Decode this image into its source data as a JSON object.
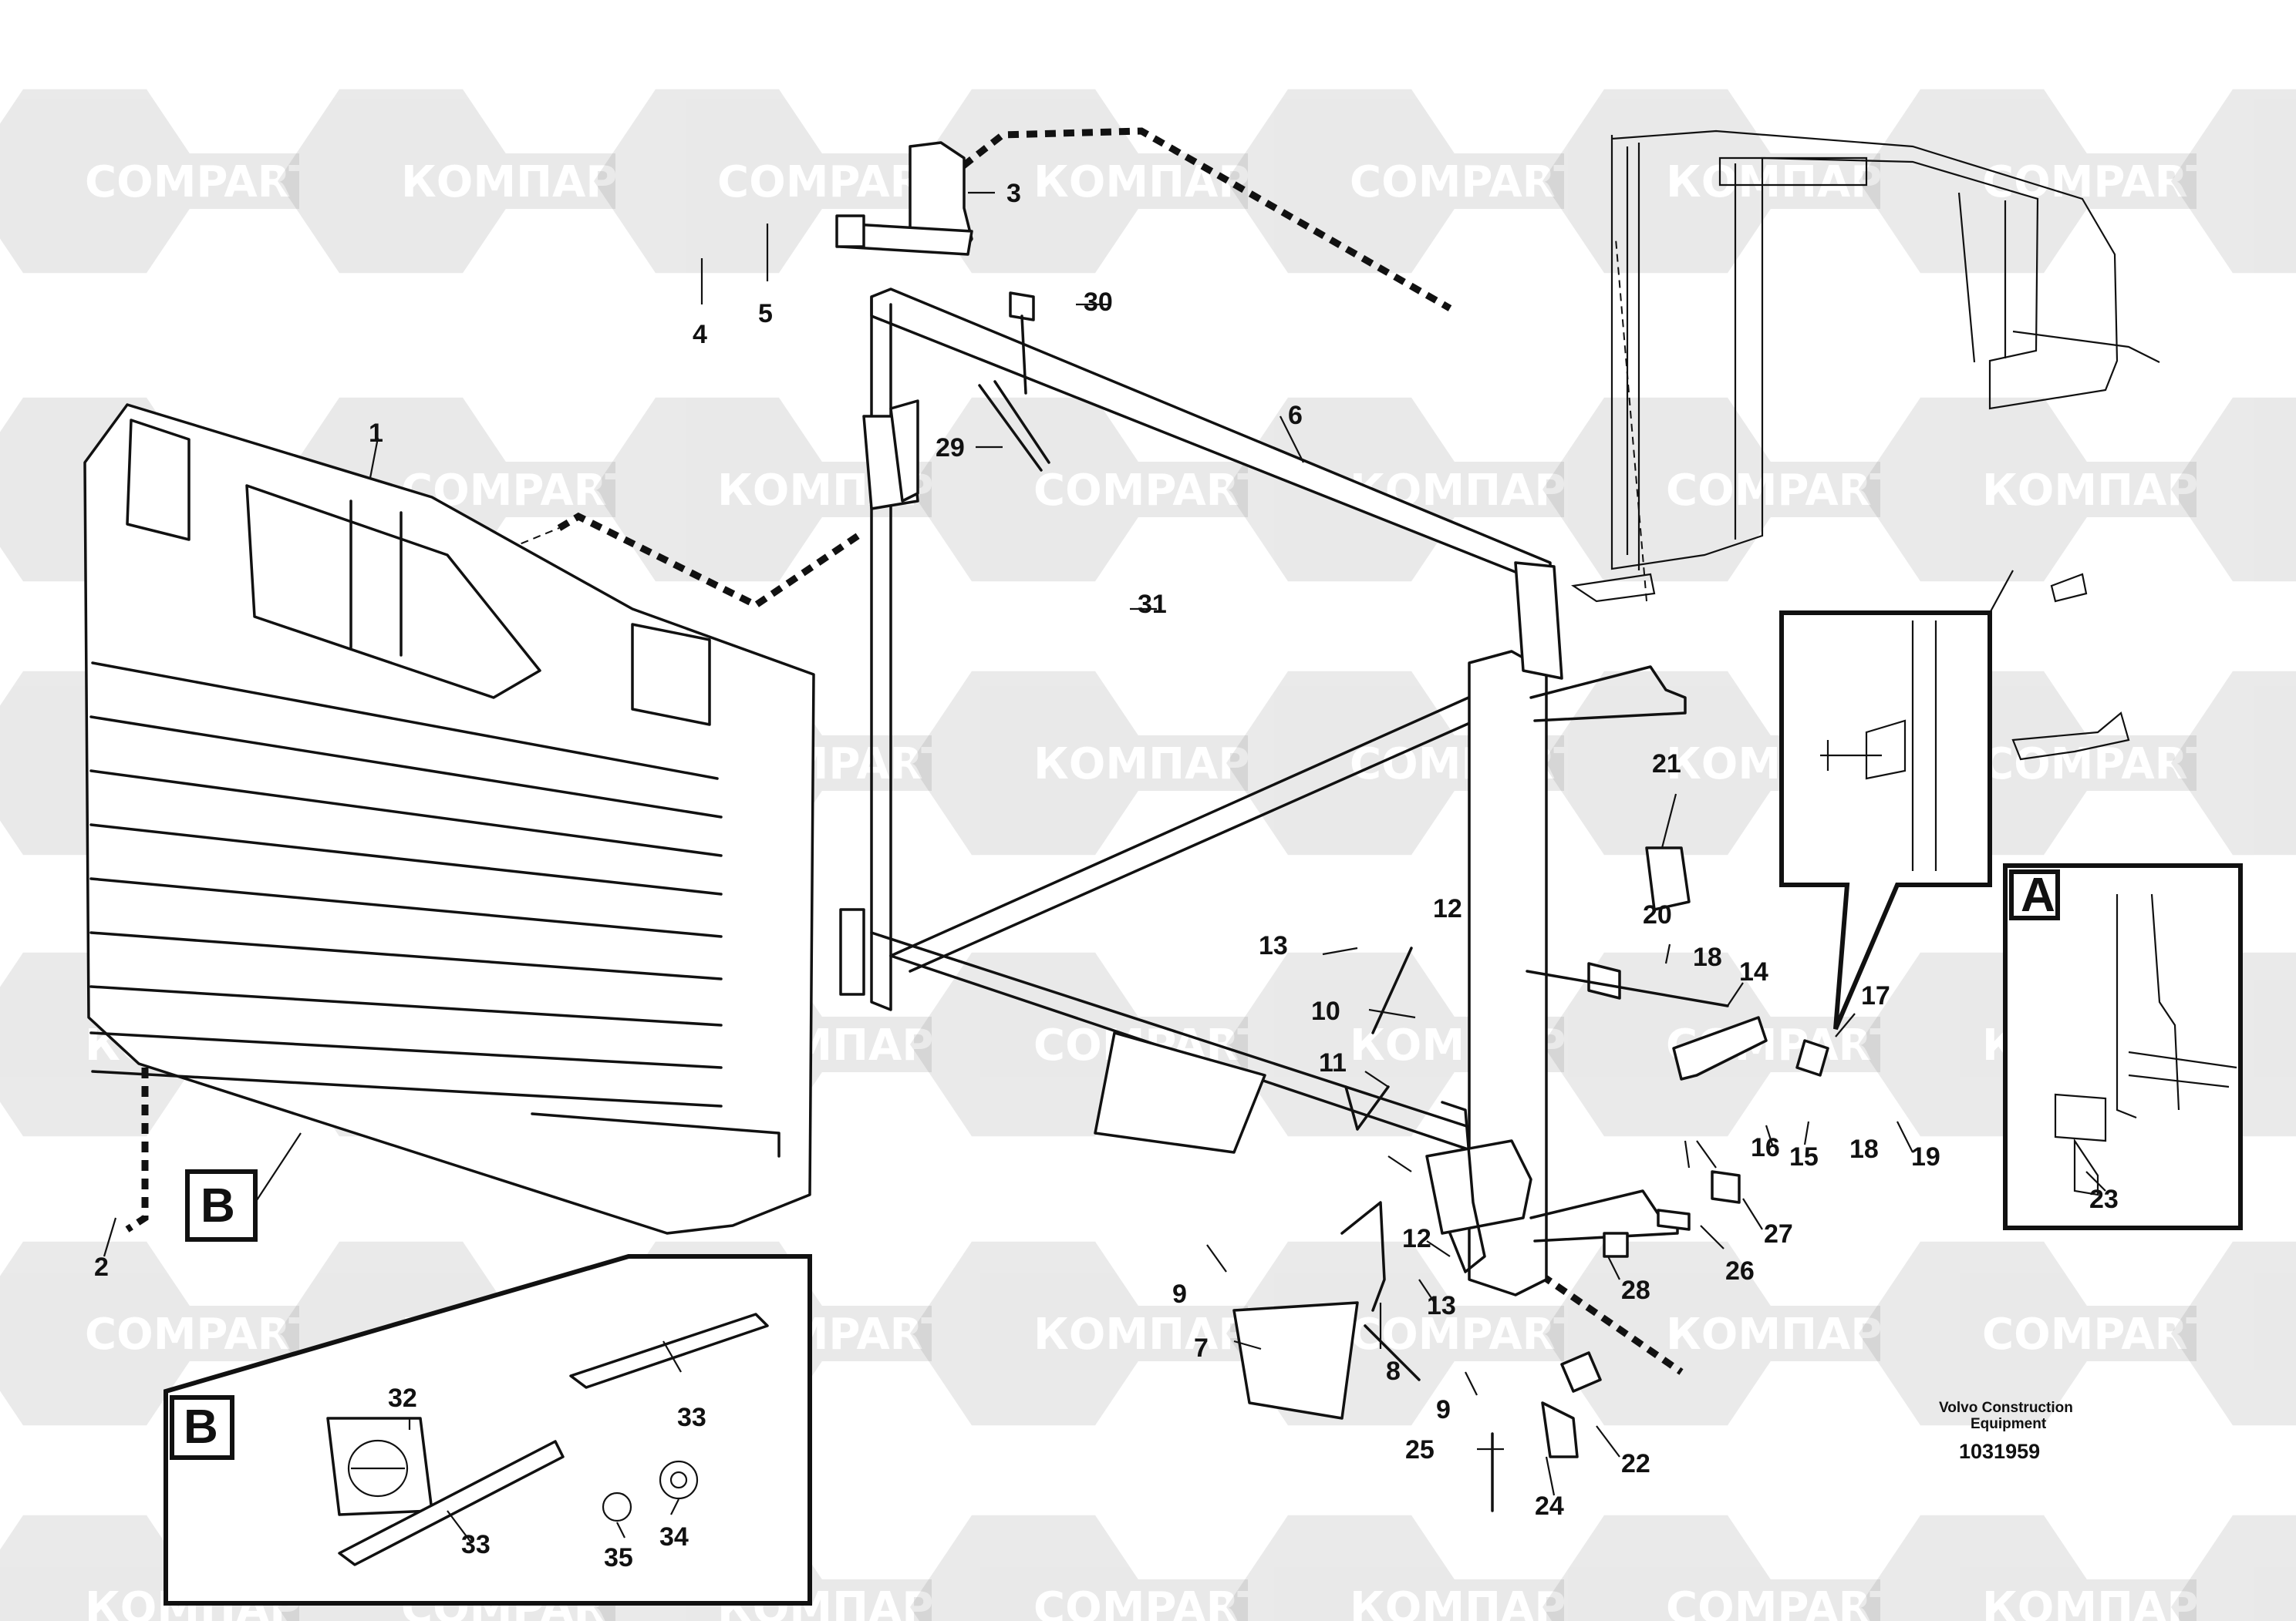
{
  "watermark": {
    "brand_latin": "COMPART",
    "brand_cyrillic": "КОМПАРТ"
  },
  "callouts": [
    "1",
    "2",
    "3",
    "4",
    "5",
    "6",
    "7",
    "8",
    "9",
    "9",
    "10",
    "11",
    "12",
    "12",
    "13",
    "13",
    "14",
    "15",
    "16",
    "17",
    "18",
    "18",
    "19",
    "20",
    "21",
    "22",
    "23",
    "24",
    "25",
    "26",
    "27",
    "28",
    "29",
    "30",
    "31",
    "32",
    "33",
    "33",
    "34",
    "35"
  ],
  "detail_boxes": {
    "a": "A",
    "b_pointer": "B",
    "b_detail": "B"
  },
  "footer": {
    "maker_line1": "Volvo Construction",
    "maker_line2": "Equipment",
    "drawing_number": "1031959"
  }
}
